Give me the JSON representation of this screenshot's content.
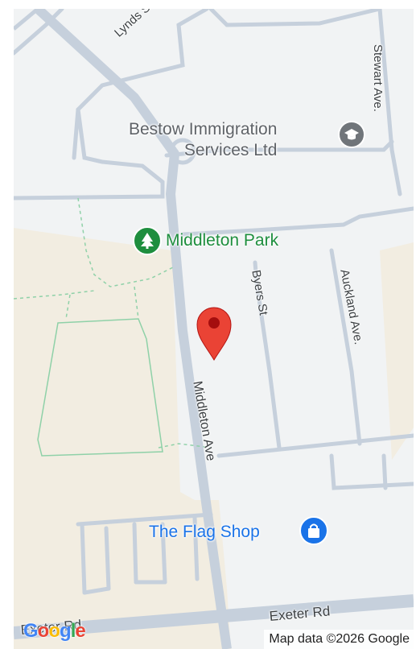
{
  "map": {
    "roads": {
      "lynds": "Lynds St",
      "stewart": "Stewart Ave.",
      "byers": "Byers St",
      "auckland": "Auckland Ave.",
      "middleton": "Middleton Ave",
      "exeter": "Exeter Rd",
      "exeter_partial": "Exeter Rd"
    },
    "places": {
      "immigration_line1": "Bestow Immigration",
      "immigration_line2": "Services Ltd",
      "park": "Middleton Park",
      "shop": "The Flag Shop"
    },
    "icons": {
      "immigration": "graduation-cap-icon",
      "park": "tree-icon",
      "shop": "shopping-bag-icon",
      "marker": "map-pin-icon"
    },
    "colors": {
      "land": "#f1f3f4",
      "parkland": "#f2ede1",
      "road": "#c6d0dc",
      "trail": "#8fd1a8",
      "marker": "#ea4335",
      "park_poi": "#1e8e3e",
      "shop_poi": "#1a73e8",
      "immigration_poi": "#5f6368"
    },
    "logo": "Google",
    "attribution": "Map data ©2026 Google"
  }
}
